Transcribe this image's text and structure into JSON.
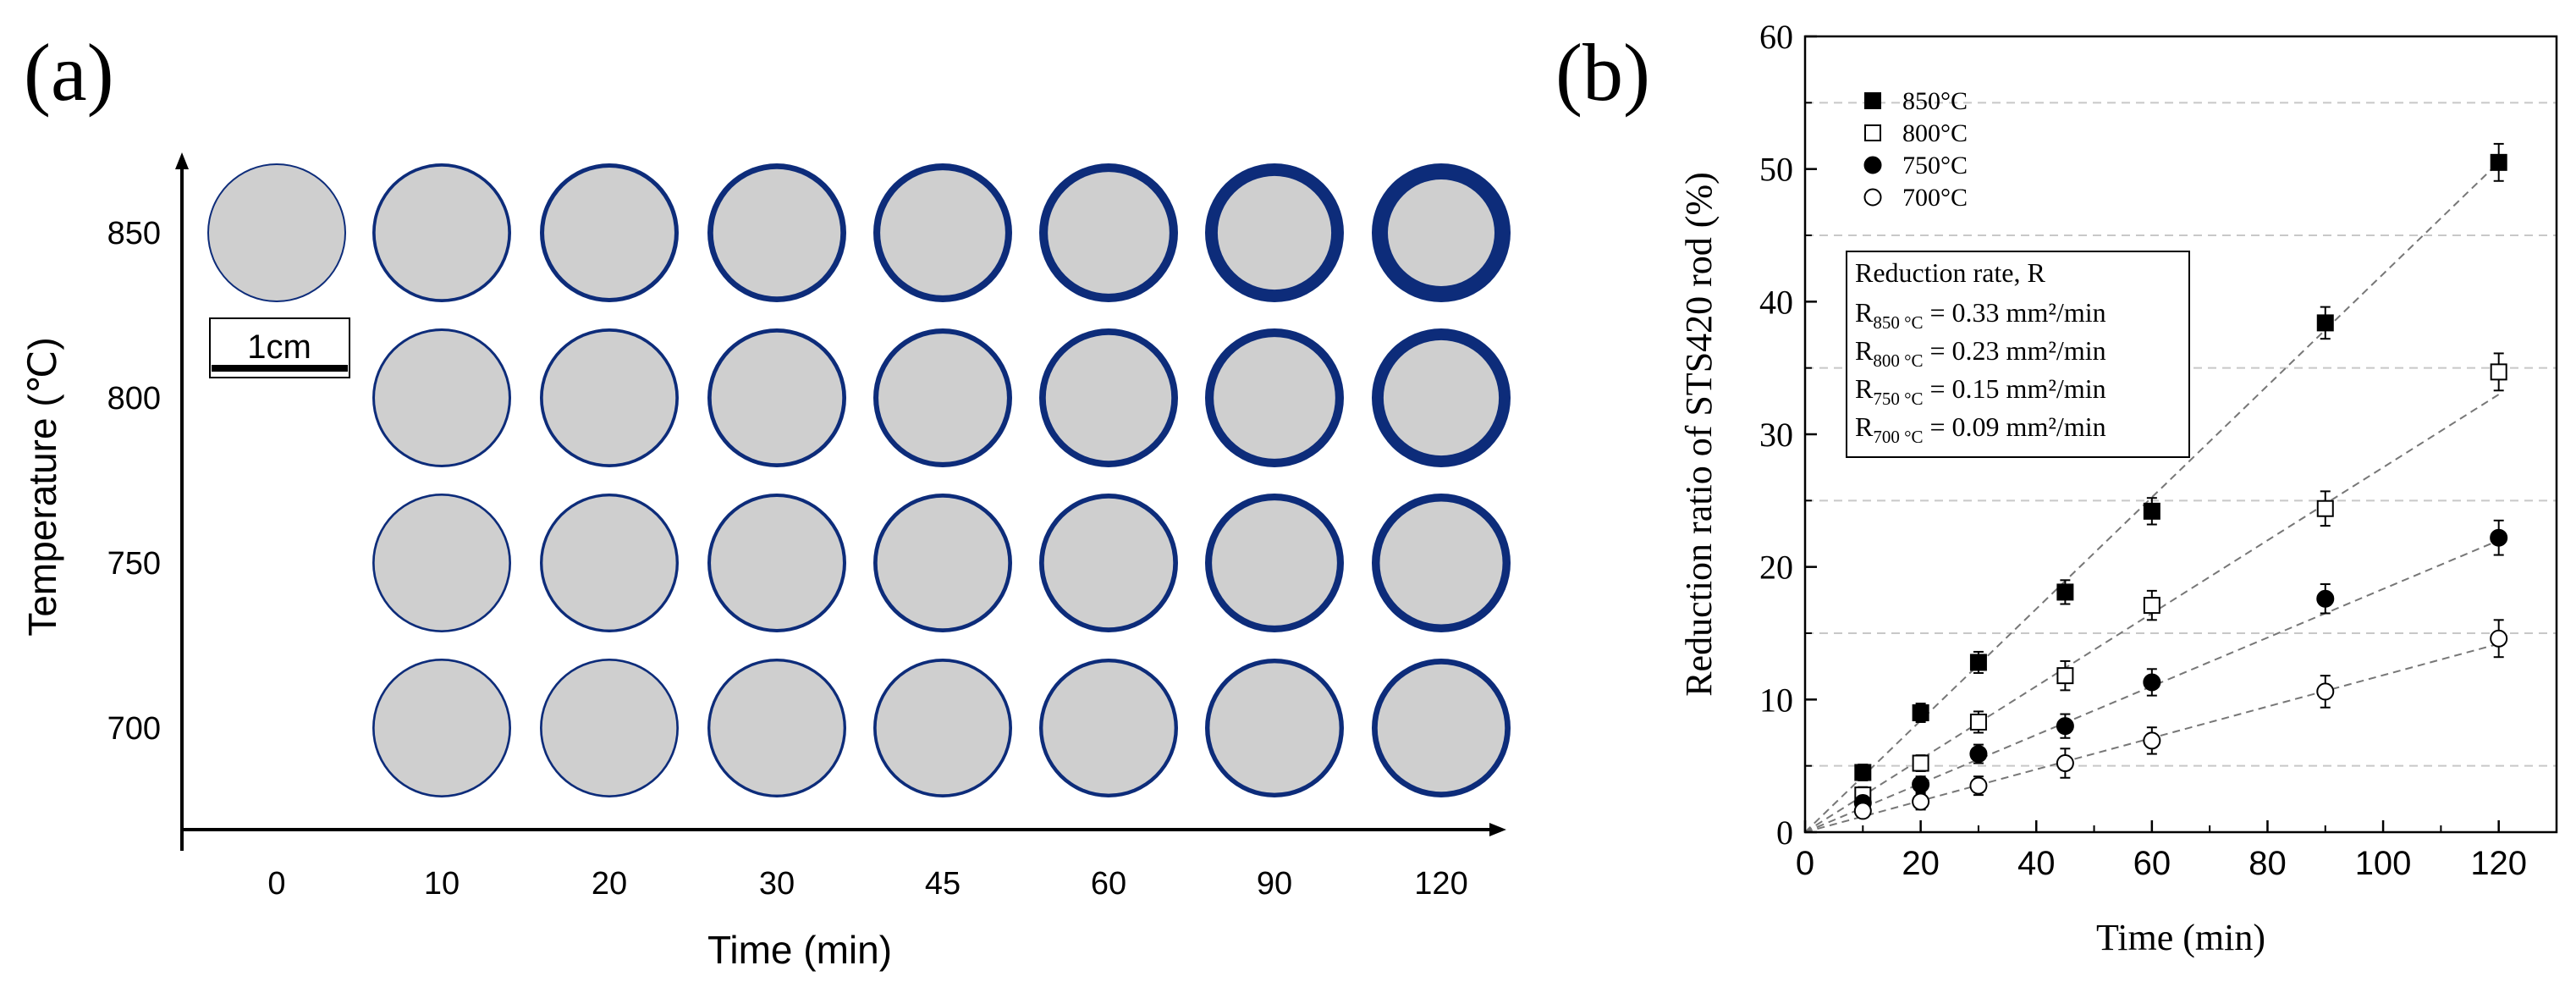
{
  "panels": {
    "a": {
      "label": "(a)"
    },
    "b": {
      "label": "(b)"
    }
  },
  "chart_data": [
    {
      "type": "heatmap",
      "description": "Grid of rod cross-section images; dark ring thickness indicates reduced layer",
      "xlabel": "Time (min)",
      "ylabel": "Temperature (℃)",
      "x_ticks": [
        "0",
        "10",
        "20",
        "30",
        "45",
        "60",
        "90",
        "120"
      ],
      "y_ticks": [
        "850",
        "800",
        "750",
        "700"
      ],
      "scale_bar_label": "1cm",
      "grid": {
        "rows": [
          850,
          800,
          750,
          700
        ],
        "columns": [
          0,
          10,
          20,
          30,
          45,
          60,
          90,
          120
        ],
        "ring_level": [
          [
            0.0,
            0.05,
            0.09,
            0.14,
            0.18,
            0.24,
            0.38,
            0.5
          ],
          [
            null,
            0.03,
            0.05,
            0.08,
            0.12,
            0.17,
            0.24,
            0.35
          ],
          [
            null,
            0.02,
            0.04,
            0.06,
            0.08,
            0.11,
            0.18,
            0.22
          ],
          [
            null,
            0.02,
            0.02,
            0.04,
            0.05,
            0.07,
            0.1,
            0.14
          ]
        ]
      },
      "colors": {
        "sample": "#cfcfcf",
        "reduced_ring": "#0d2c7a"
      }
    },
    {
      "type": "scatter",
      "xlabel": "Time (min)",
      "ylabel": "Reduction ratio of STS420 rod (%)",
      "xlim": [
        0,
        130
      ],
      "ylim": [
        0,
        60
      ],
      "x_ticks": [
        0,
        20,
        40,
        60,
        80,
        100,
        120
      ],
      "y_ticks": [
        0,
        10,
        20,
        30,
        40,
        50,
        60
      ],
      "x": [
        10,
        20,
        30,
        45,
        60,
        90,
        120
      ],
      "series": [
        {
          "name": "850°C",
          "marker": "filled-square",
          "values": [
            4.5,
            9.0,
            12.8,
            18.1,
            24.2,
            38.4,
            50.5
          ],
          "errors": [
            0.6,
            0.7,
            0.8,
            0.9,
            1.0,
            1.2,
            1.4
          ],
          "fit_end": 50.5
        },
        {
          "name": "800°C",
          "marker": "open-square",
          "values": [
            2.8,
            5.2,
            8.3,
            11.8,
            17.1,
            24.4,
            34.7
          ],
          "errors": [
            0.6,
            0.6,
            0.8,
            1.1,
            1.1,
            1.3,
            1.4
          ],
          "fit_end": 33.0
        },
        {
          "name": "750°C",
          "marker": "filled-circle",
          "values": [
            2.2,
            3.6,
            5.9,
            8.0,
            11.3,
            17.6,
            22.2
          ],
          "errors": [
            0.5,
            0.6,
            0.7,
            0.9,
            1.0,
            1.1,
            1.3
          ],
          "fit_end": 22.0
        },
        {
          "name": "700°C",
          "marker": "open-circle",
          "values": [
            1.6,
            2.3,
            3.5,
            5.2,
            6.9,
            10.6,
            14.6
          ],
          "errors": [
            0.5,
            0.6,
            0.7,
            1.1,
            1.0,
            1.2,
            1.4
          ],
          "fit_end": 14.2
        }
      ],
      "dashed_gridlines_y": [
        5,
        15,
        25,
        35,
        45,
        55
      ],
      "legend_position": "top-left",
      "annotation": {
        "title": "Reduction rate, R",
        "lines": [
          {
            "sub": "850 °C",
            "text": " = 0.33 mm²/min"
          },
          {
            "sub": "800 °C",
            "text": " = 0.23 mm²/min"
          },
          {
            "sub": "750 °C",
            "text": " = 0.15 mm²/min"
          },
          {
            "sub": "700 °C",
            "text": " = 0.09 mm²/min"
          }
        ],
        "symbol": "R"
      }
    }
  ]
}
